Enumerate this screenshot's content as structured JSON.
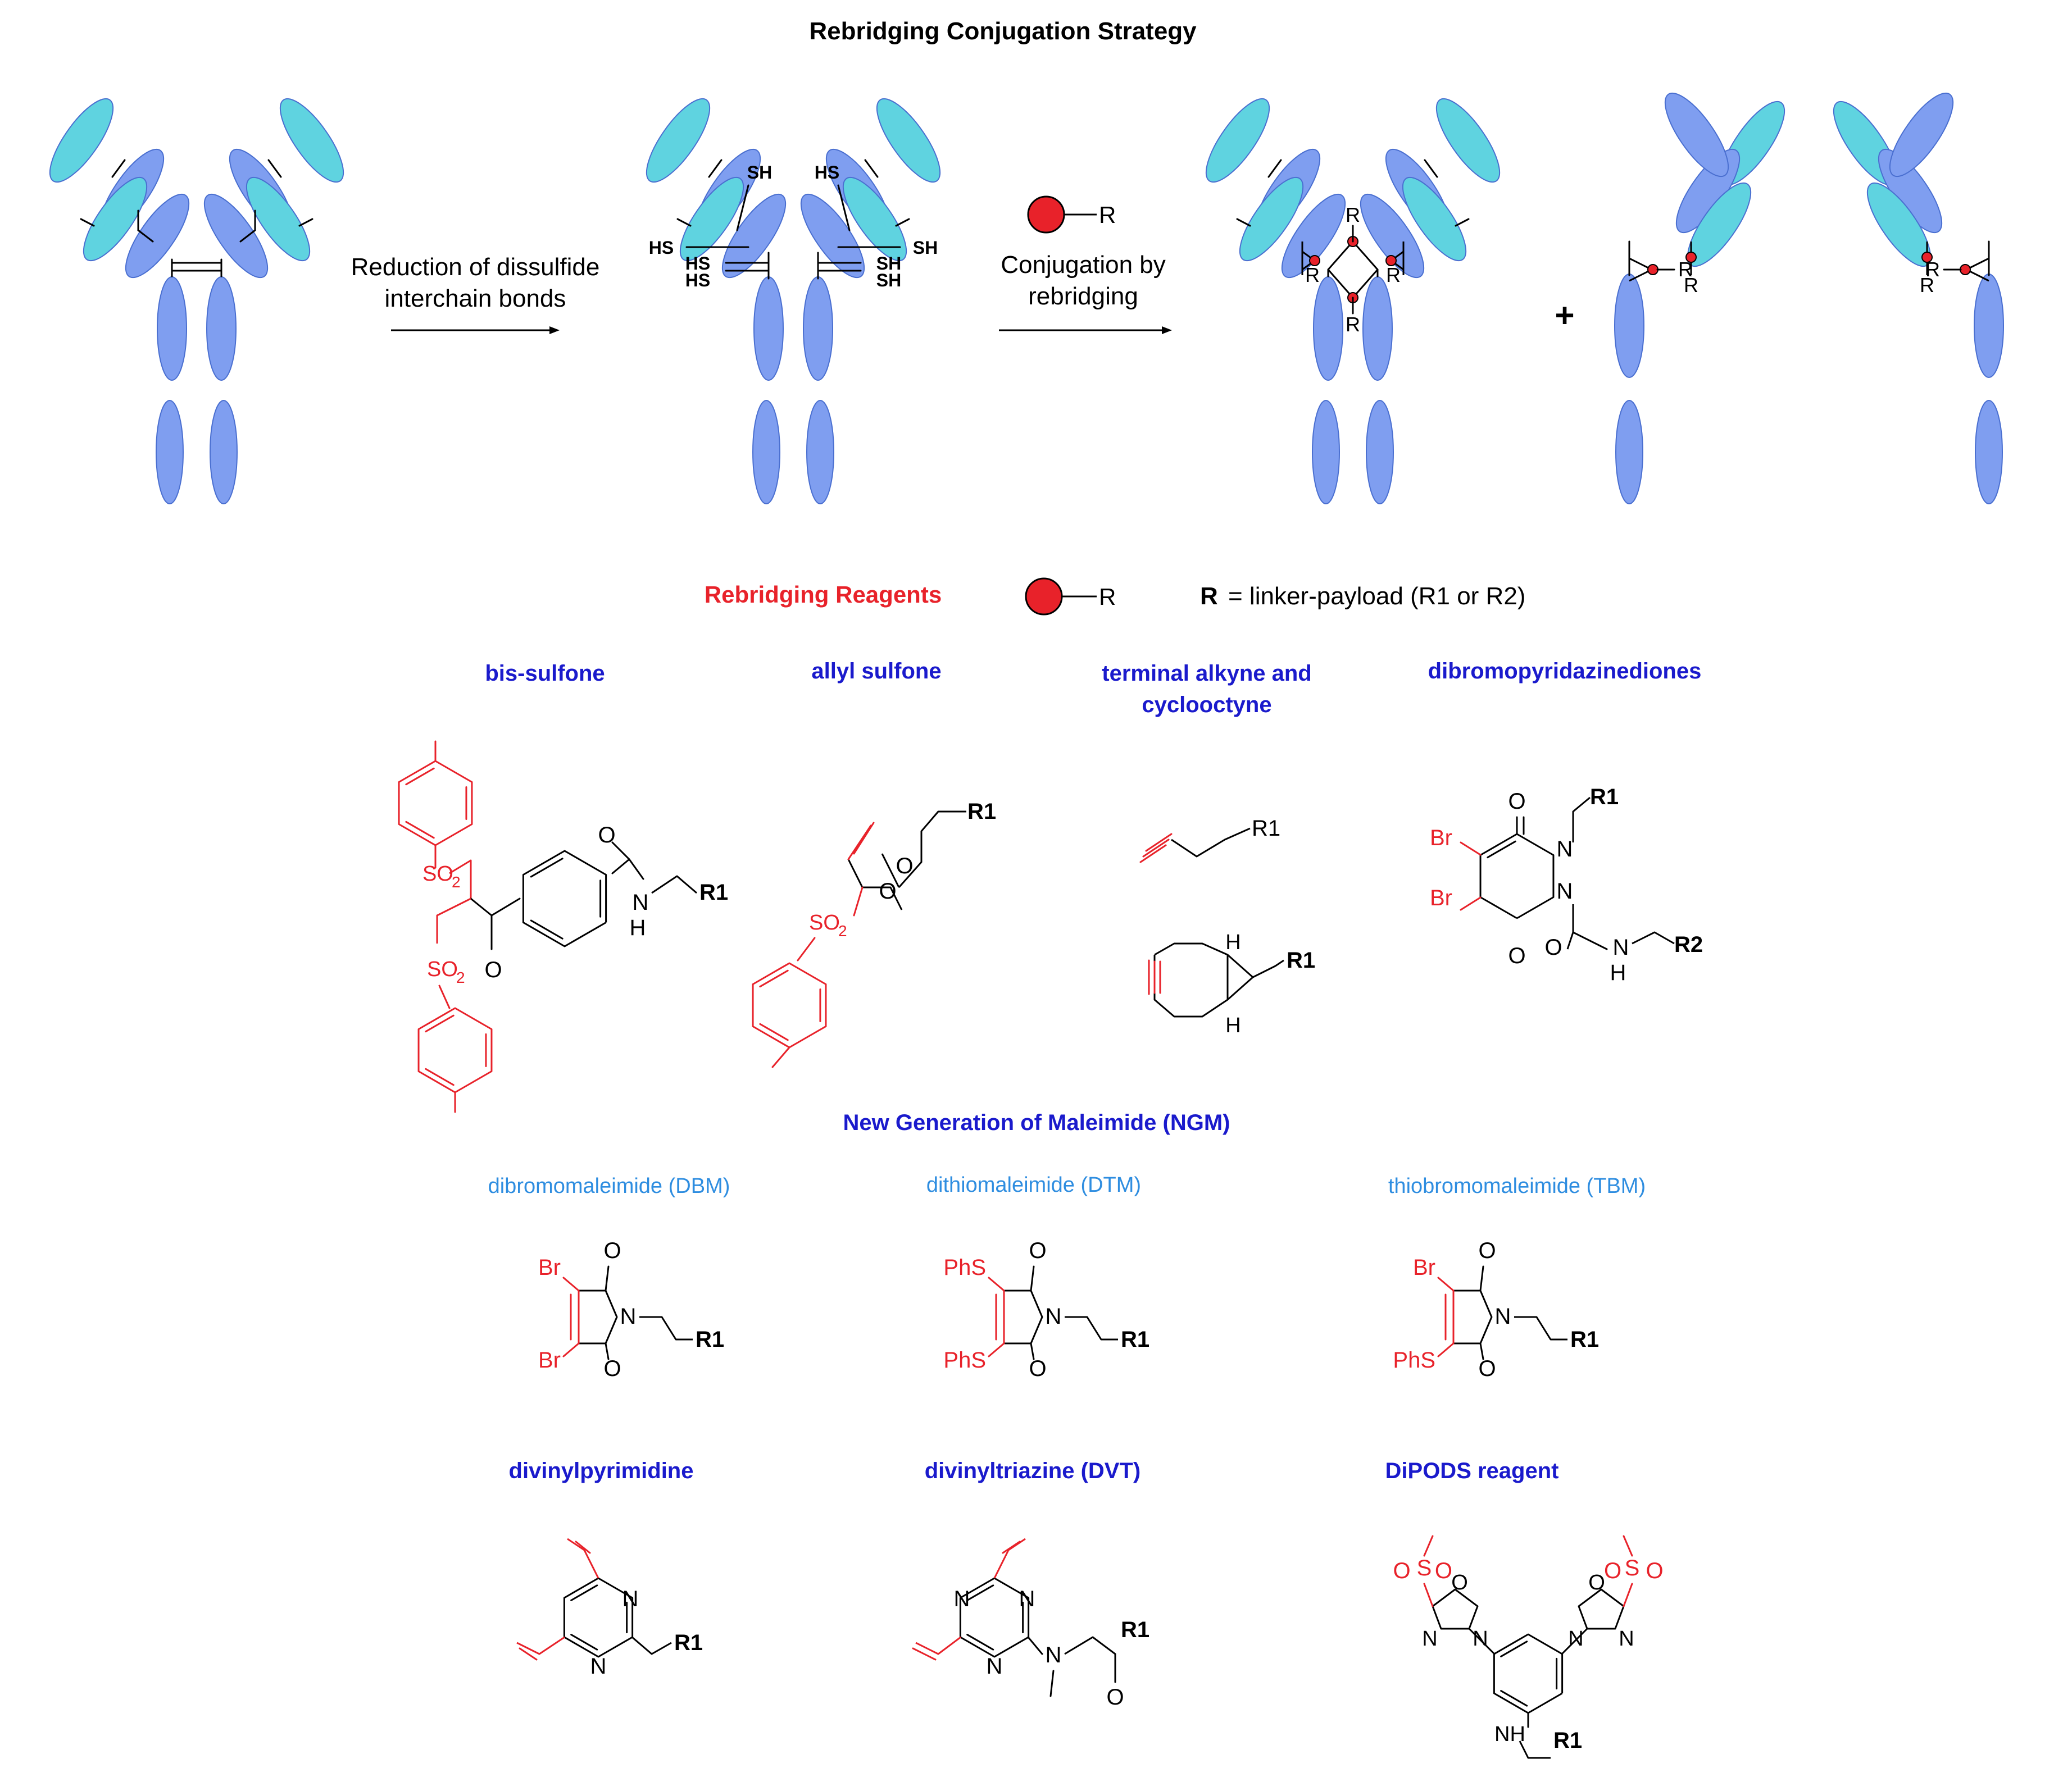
{
  "title": "Rebridging Conjugation Strategy",
  "arrow1_label": [
    "Reduction of dissulfide",
    "interchain bonds"
  ],
  "arrow2_label": [
    "Conjugation by",
    "rebridging"
  ],
  "thiol_label": "SH",
  "thiol_label_left": "HS",
  "plus": "+",
  "r": "R",
  "legend": {
    "heading": "Rebridging Reagents",
    "r_bold": "R",
    "r_def": "= linker-payload (R1 or R2)"
  },
  "reagents_row1": [
    {
      "name": "bis-sulfone"
    },
    {
      "name": "allyl sulfone"
    },
    {
      "name": [
        "terminal alkyne and",
        "cyclooctyne"
      ]
    },
    {
      "name": "dibromopyridazinediones"
    }
  ],
  "ngm_heading": "New Generation of Maleimide (NGM)",
  "ngm": [
    {
      "name": "dibromomaleimide (DBM)",
      "sub1": "Br",
      "sub2": "Br"
    },
    {
      "name": "dithiomaleimide (DTM)",
      "sub1": "PhS",
      "sub2": "PhS"
    },
    {
      "name": "thiobromomaleimide (TBM)",
      "sub1": "Br",
      "sub2": "PhS"
    }
  ],
  "reagents_row3": [
    {
      "name": "divinylpyrimidine"
    },
    {
      "name": "divinyltriazine (DVT)"
    },
    {
      "name": "DiPODS reagent"
    }
  ],
  "atoms": {
    "O": "O",
    "N": "N",
    "NH": "NH",
    "H": "H",
    "Br": "Br",
    "S": "S",
    "SO": "SO",
    "two": "2",
    "R1": "R1",
    "R2": "R2"
  },
  "colors": {
    "light_domain": "#5FD3E0",
    "heavy_domain": "#7F9EF0",
    "accent_red": "#E8222A",
    "heading_blue": "#1A1ACC",
    "name_blue": "#2E8DE0"
  }
}
